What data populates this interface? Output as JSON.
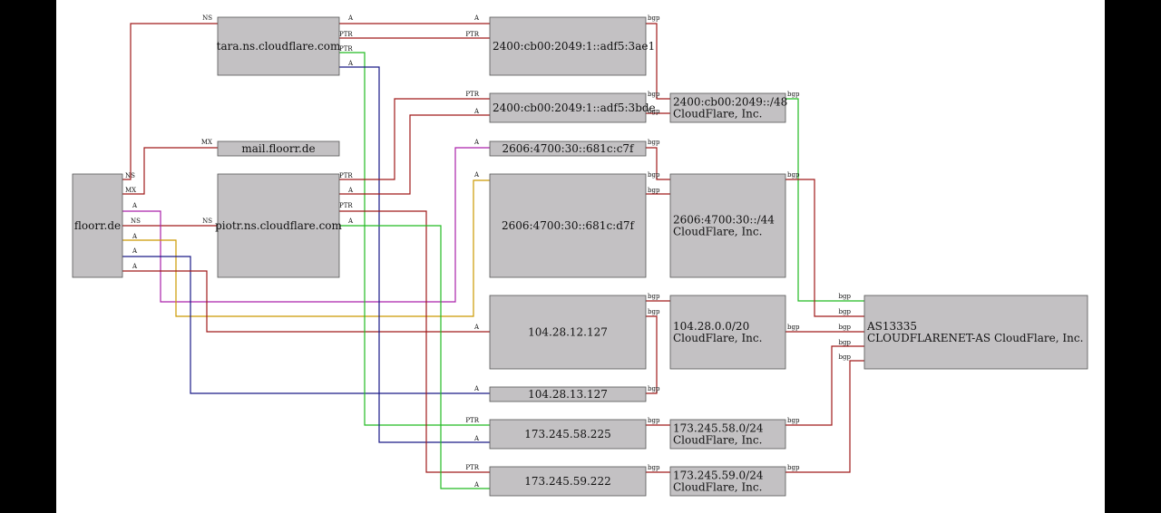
{
  "colors": {
    "red": "#a01a1a",
    "green": "#22bb22",
    "blue": "#1a1a88",
    "magenta": "#aa22aa",
    "gold": "#cc9900",
    "node_fill": "#c3c1c3",
    "page_bg": "#000000",
    "canvas_bg": "#ffffff"
  },
  "nodes": {
    "floorr": "floorr.de",
    "tara": "tara.ns.cloudflare.com",
    "mail": "mail.floorr.de",
    "piotr": "piotr.ns.cloudflare.com",
    "ip6_3ae1": "2400:cb00:2049:1::adf5:3ae1",
    "ip6_3bde": "2400:cb00:2049:1::adf5:3bde",
    "ip6_c7f": "2606:4700:30::681c:c7f",
    "ip6_d7f": "2606:4700:30::681c:d7f",
    "ip4_12_127": "104.28.12.127",
    "ip4_13_127": "104.28.13.127",
    "ip4_58_225": "173.245.58.225",
    "ip4_59_222": "173.245.59.222",
    "net_2400": [
      "2400:cb00:2049::/48",
      "CloudFlare, Inc."
    ],
    "net_2606": [
      "2606:4700:30::/44",
      "CloudFlare, Inc."
    ],
    "net_104": [
      "104.28.0.0/20",
      "CloudFlare, Inc."
    ],
    "net_173_58": [
      "173.245.58.0/24",
      "CloudFlare, Inc."
    ],
    "net_173_59": [
      "173.245.59.0/24",
      "CloudFlare, Inc."
    ],
    "as13335": [
      "AS13335",
      "CLOUDFLARENET-AS CloudFlare, Inc."
    ]
  },
  "edge_labels": {
    "ns": "NS",
    "mx": "MX",
    "a": "A",
    "ptr": "PTR",
    "bgp": "bgp"
  }
}
